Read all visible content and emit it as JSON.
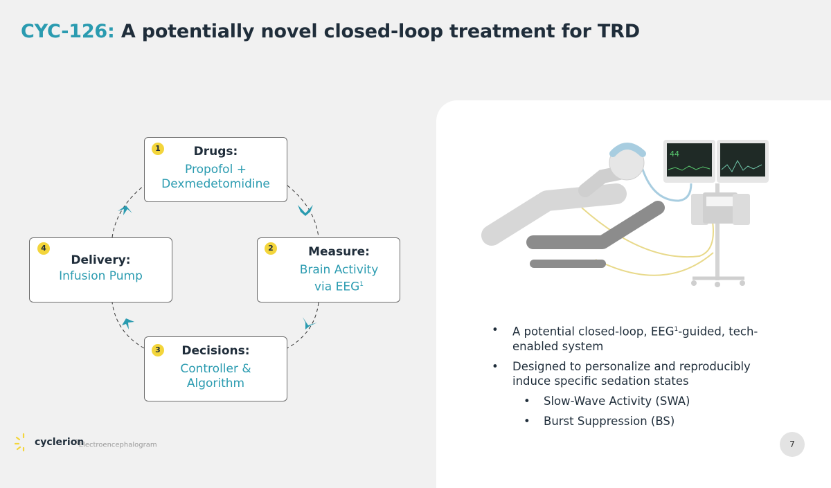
{
  "title": {
    "accent": "CYC-126:",
    "main": "A potentially novel closed-loop treatment for TRD"
  },
  "cycle": {
    "drugs": {
      "num": "1",
      "head": "Drugs:",
      "line1": "Propofol +",
      "line2": "Dexmedetomidine"
    },
    "measure": {
      "num": "2",
      "head": "Measure:",
      "line1": "Brain Activity",
      "line2": "via EEG",
      "sup": "1"
    },
    "decisions": {
      "num": "3",
      "head": "Decisions:",
      "line1": "Controller &",
      "line2": "Algorithm"
    },
    "delivery": {
      "num": "4",
      "head": "Delivery:",
      "line1": "Infusion Pump"
    }
  },
  "bullets": {
    "b1_pre": "A potential closed-loop, EEG",
    "b1_sup": "1",
    "b1_post": "-guided, tech-enabled system",
    "b2": "Designed to personalize and reproducibly induce specific sedation states",
    "s1": "Slow-Wave Activity (SWA)",
    "s2": "Burst Suppression (BS)"
  },
  "monitor": {
    "left_value": "44"
  },
  "footer": {
    "logo": "cyclerion",
    "footnote_sup": "1",
    "footnote": "Electroencephalogram",
    "page": "7"
  },
  "colors": {
    "accent": "#2a9bb0",
    "dark": "#1f2d3a",
    "badge": "#f3d53b"
  }
}
